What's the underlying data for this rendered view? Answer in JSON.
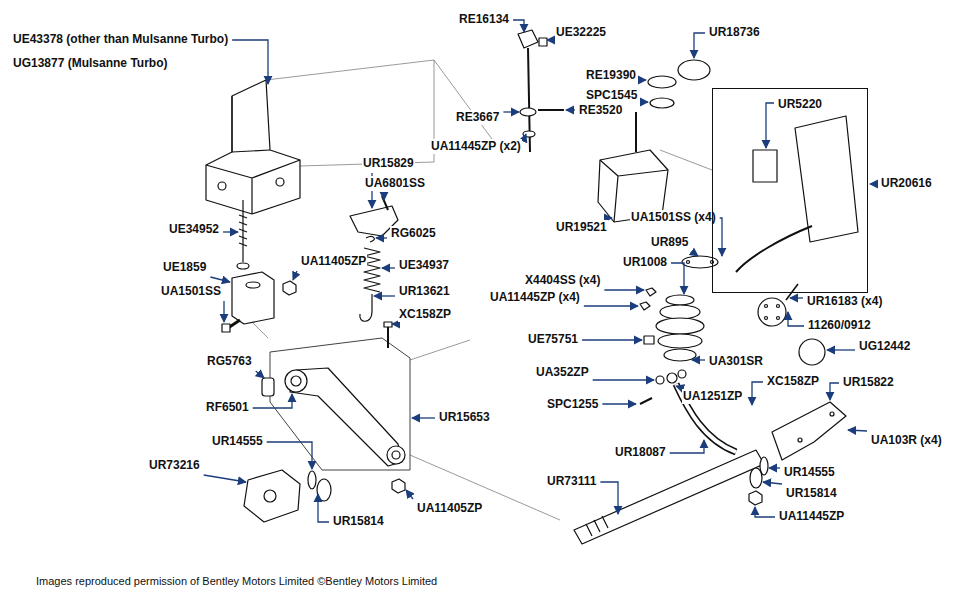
{
  "diagram": {
    "caption": "Images reproduced permission of Bentley Motors Limited ©Bentley Motors Limited",
    "nodes": [
      {
        "text": [
          "UR5220"
        ]
      }
    ],
    "labels": [
      "UE43378 (other than Mulsanne Turbo)",
      "UG13877 (Mulsanne Turbo)",
      "RE16134",
      "UE32225",
      "UR18736",
      "RE19390",
      "SPC1545",
      "RE3520",
      "RE3667",
      "UA11445ZP (x2)",
      "UR15829",
      "UA6801SS",
      "UR20616",
      "UR19521",
      "UE34952",
      "RG6025",
      "UA1501SS (x4)",
      "UR895",
      "UE34937",
      "UR1008",
      "UE1859",
      "UA11405ZP",
      "X4404SS (x4)",
      "UR16183 (x4)",
      "UA1501SS",
      "UR13621",
      "UA11445ZP (x4)",
      "XC158ZP",
      "11260/0912",
      "RG5763",
      "UE75751",
      "UG12442",
      "UA301SR",
      "UA352ZP",
      "XC158ZP",
      "UR15822",
      "RF6501",
      "UR15653",
      "UA1251ZP",
      "SPC1255",
      "UR14555",
      "UA103R (x4)",
      "UR73216",
      "UR18087",
      "UR14555",
      "UR73111",
      "UR15814",
      "UA11405ZP",
      "UR15814",
      "UA11445ZP"
    ]
  }
}
